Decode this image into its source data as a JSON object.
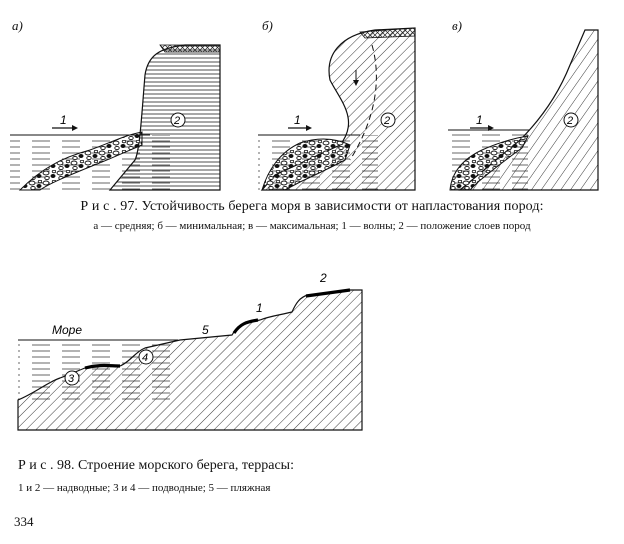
{
  "figure97": {
    "panels": [
      {
        "letter": "а)",
        "wave_number": "1",
        "layer_number": "2"
      },
      {
        "letter": "б)",
        "wave_number": "1",
        "layer_number": "2"
      },
      {
        "letter": "в)",
        "wave_number": "1",
        "layer_number": "2"
      }
    ],
    "caption_title": "Р и с . 97. Устойчивость берега моря в зависимости от напластования пород:",
    "caption_legend": "а — средняя; б — минимальная; в — максимальная; 1 — волны; 2 — положение слоев пород"
  },
  "figure98": {
    "sea_label": "Море",
    "labels": {
      "one": "1",
      "two": "2",
      "three": "3",
      "four": "4",
      "five": "5"
    },
    "caption_title": "Р и с . 98. Строение морского берега, террасы:",
    "caption_legend": "1 и 2 — надводные; 3 и 4 — подводные; 5 — пляжная"
  },
  "page_number": "334"
}
